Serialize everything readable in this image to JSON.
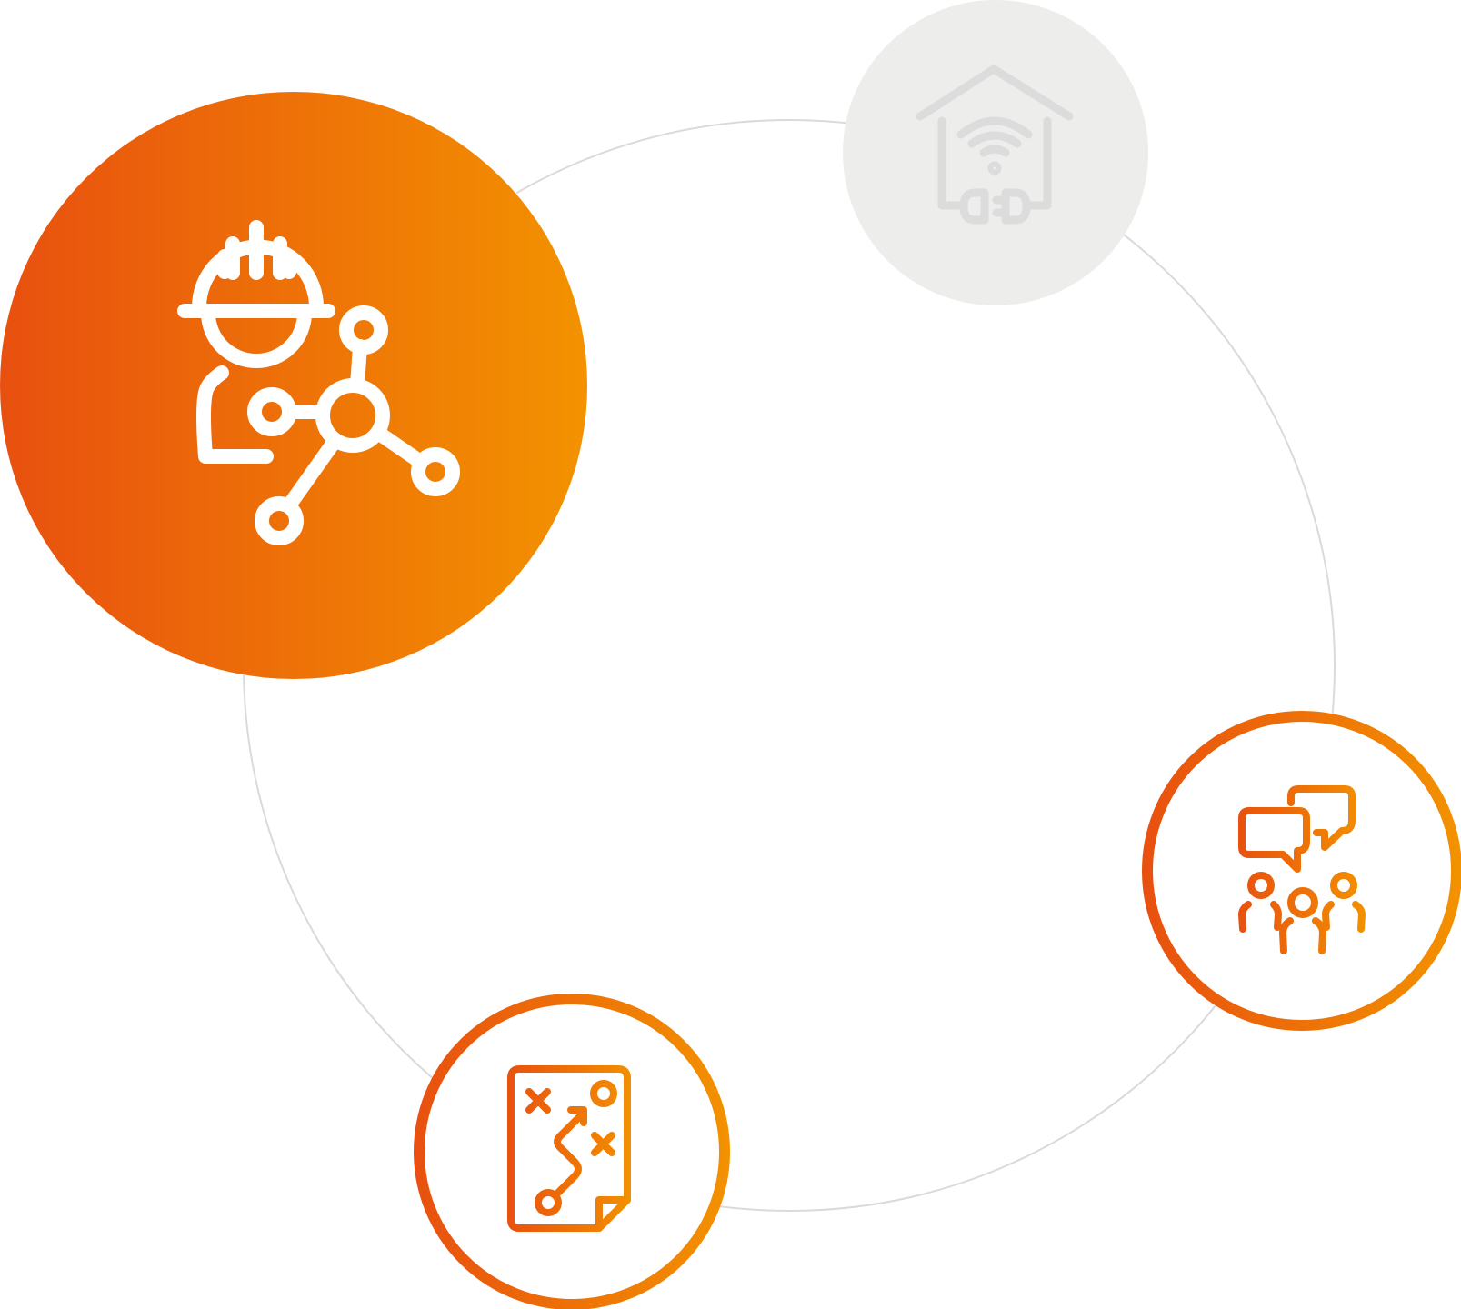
{
  "diagram": {
    "ring_color": "#dadada",
    "accent": {
      "start": "#e8500f",
      "end": "#f39200"
    },
    "nodes": [
      {
        "id": "engineer",
        "icon": "engineer-network-icon",
        "state": "active",
        "fill": "orange-gradient"
      },
      {
        "id": "smart-home",
        "icon": "smart-home-plug-icon",
        "state": "inactive",
        "fill": "#ededec",
        "icon_color": "#dcdcdc"
      },
      {
        "id": "team",
        "icon": "team-discussion-icon",
        "state": "default",
        "fill": "#ffffff"
      },
      {
        "id": "strategy",
        "icon": "strategy-plan-icon",
        "state": "default",
        "fill": "#ffffff"
      }
    ]
  }
}
